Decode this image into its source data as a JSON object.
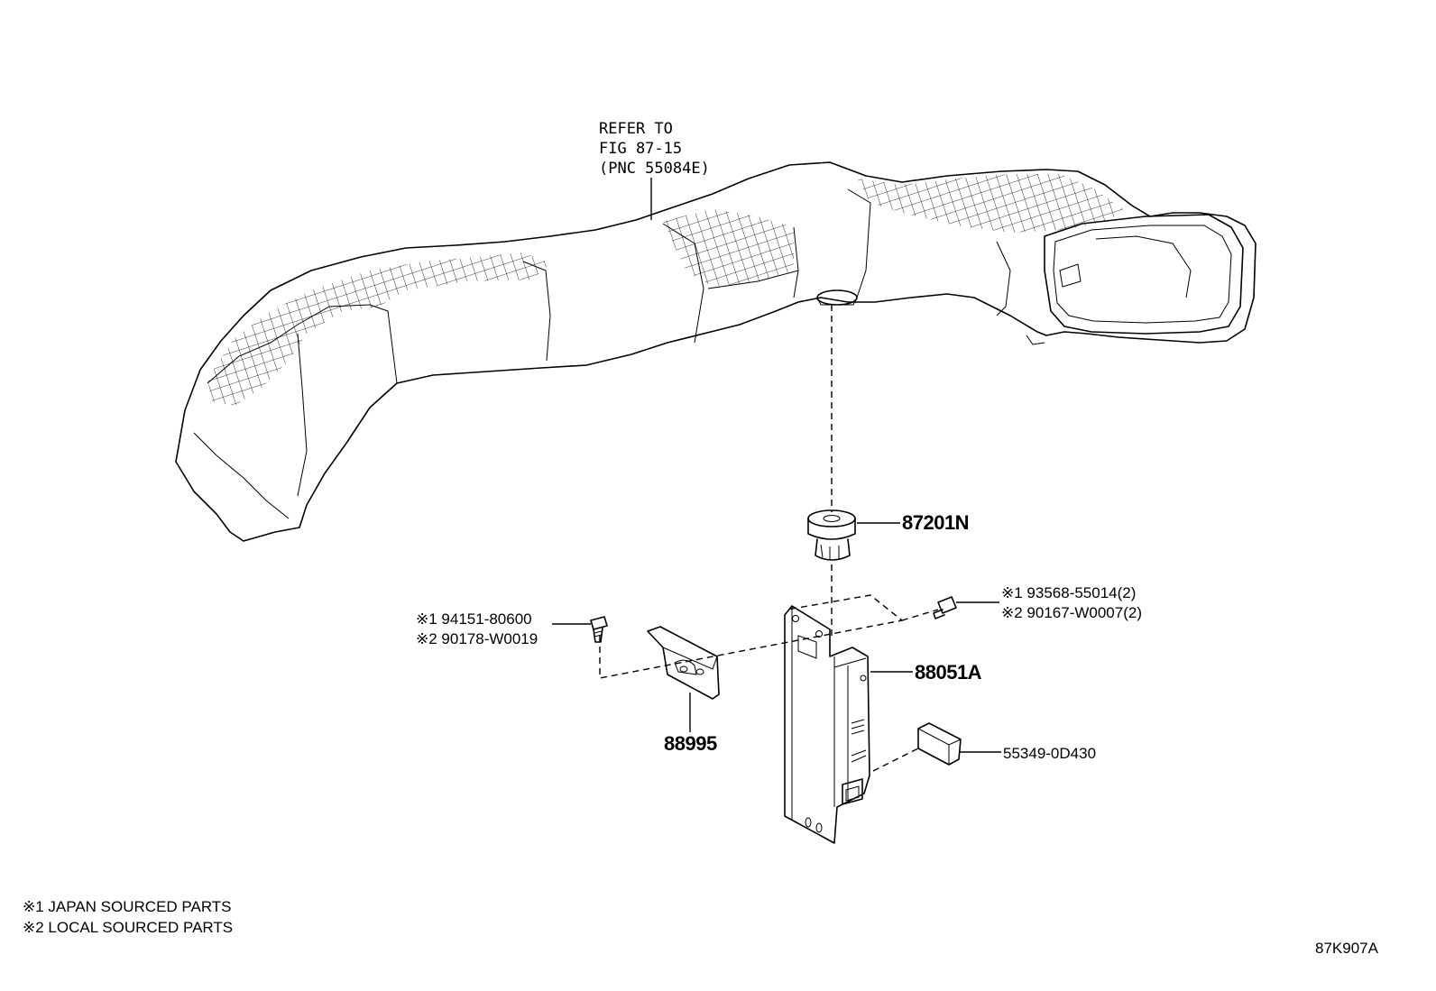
{
  "refer_note": {
    "line1": "REFER TO",
    "line2": "FIG 87-15",
    "line3": "(PNC 55084E)"
  },
  "parts": {
    "p87201n": "87201N",
    "p88051a": "88051A",
    "p88995": "88995",
    "p55349": "55349-0D430",
    "bolt_left_1": "※1 94151-80600",
    "bolt_left_2": "※2 90178-W0019",
    "screw_right_1": "※1 93568-55014(2)",
    "screw_right_2": "※2 90167-W0007(2)"
  },
  "legend": {
    "note1": "※1 JAPAN SOURCED PARTS",
    "note2": "※2 LOCAL SOURCED PARTS"
  },
  "figure_code": "87K907A"
}
